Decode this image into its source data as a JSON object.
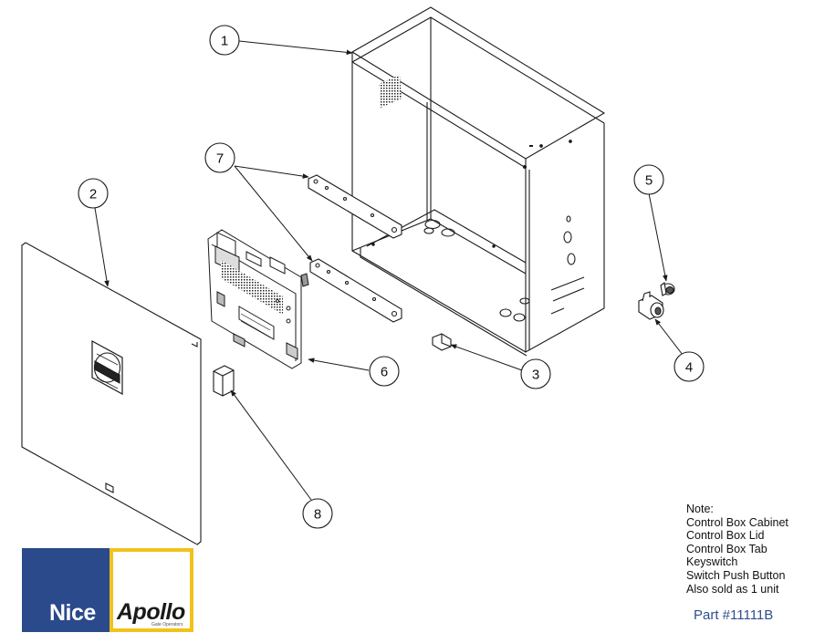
{
  "callouts": {
    "c1": "1",
    "c2": "2",
    "c3": "3",
    "c4": "4",
    "c5": "5",
    "c6": "6",
    "c7": "7",
    "c8": "8"
  },
  "notes": {
    "title": "Note:",
    "lines": [
      "Control Box Cabinet",
      "Control Box Lid",
      "Control Box Tab",
      "Keyswitch",
      "Switch Push Button",
      "Also sold as 1 unit"
    ]
  },
  "part_number": "Part #11111B",
  "logo": {
    "brand_left": "Nice",
    "brand_right": "Apollo",
    "tagline": "Gate Operators"
  },
  "colors": {
    "line": "#1a1a1a",
    "part_text": "#2e4f8f",
    "logo_blue": "#2a4a8b",
    "logo_yellow": "#f2c21b"
  }
}
